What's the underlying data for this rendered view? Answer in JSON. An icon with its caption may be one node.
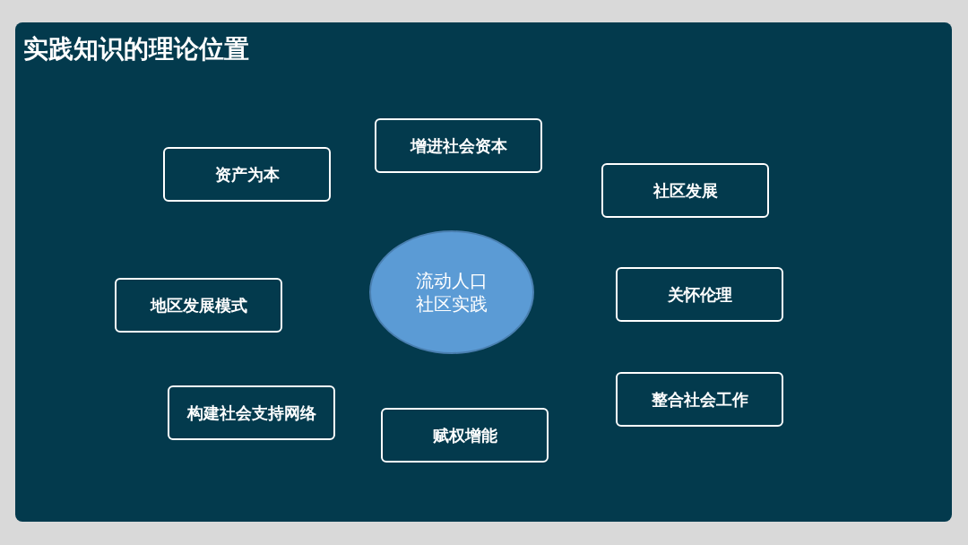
{
  "diagram": {
    "title": "实践知识的理论位置",
    "nodes": [
      {
        "text": [
          "增进社会资本"
        ]
      },
      {
        "text": [
          "资产为本"
        ]
      },
      {
        "text": [
          "社区发展"
        ]
      },
      {
        "text": [
          "流动人口社区实践"
        ]
      },
      {
        "text": [
          "地区发展模式"
        ]
      },
      {
        "text": [
          "关怀伦理"
        ]
      },
      {
        "text": [
          "整合社会工作"
        ]
      },
      {
        "text": [
          "构建社会支持网络"
        ]
      },
      {
        "text": [
          "赋权增能"
        ]
      }
    ]
  }
}
